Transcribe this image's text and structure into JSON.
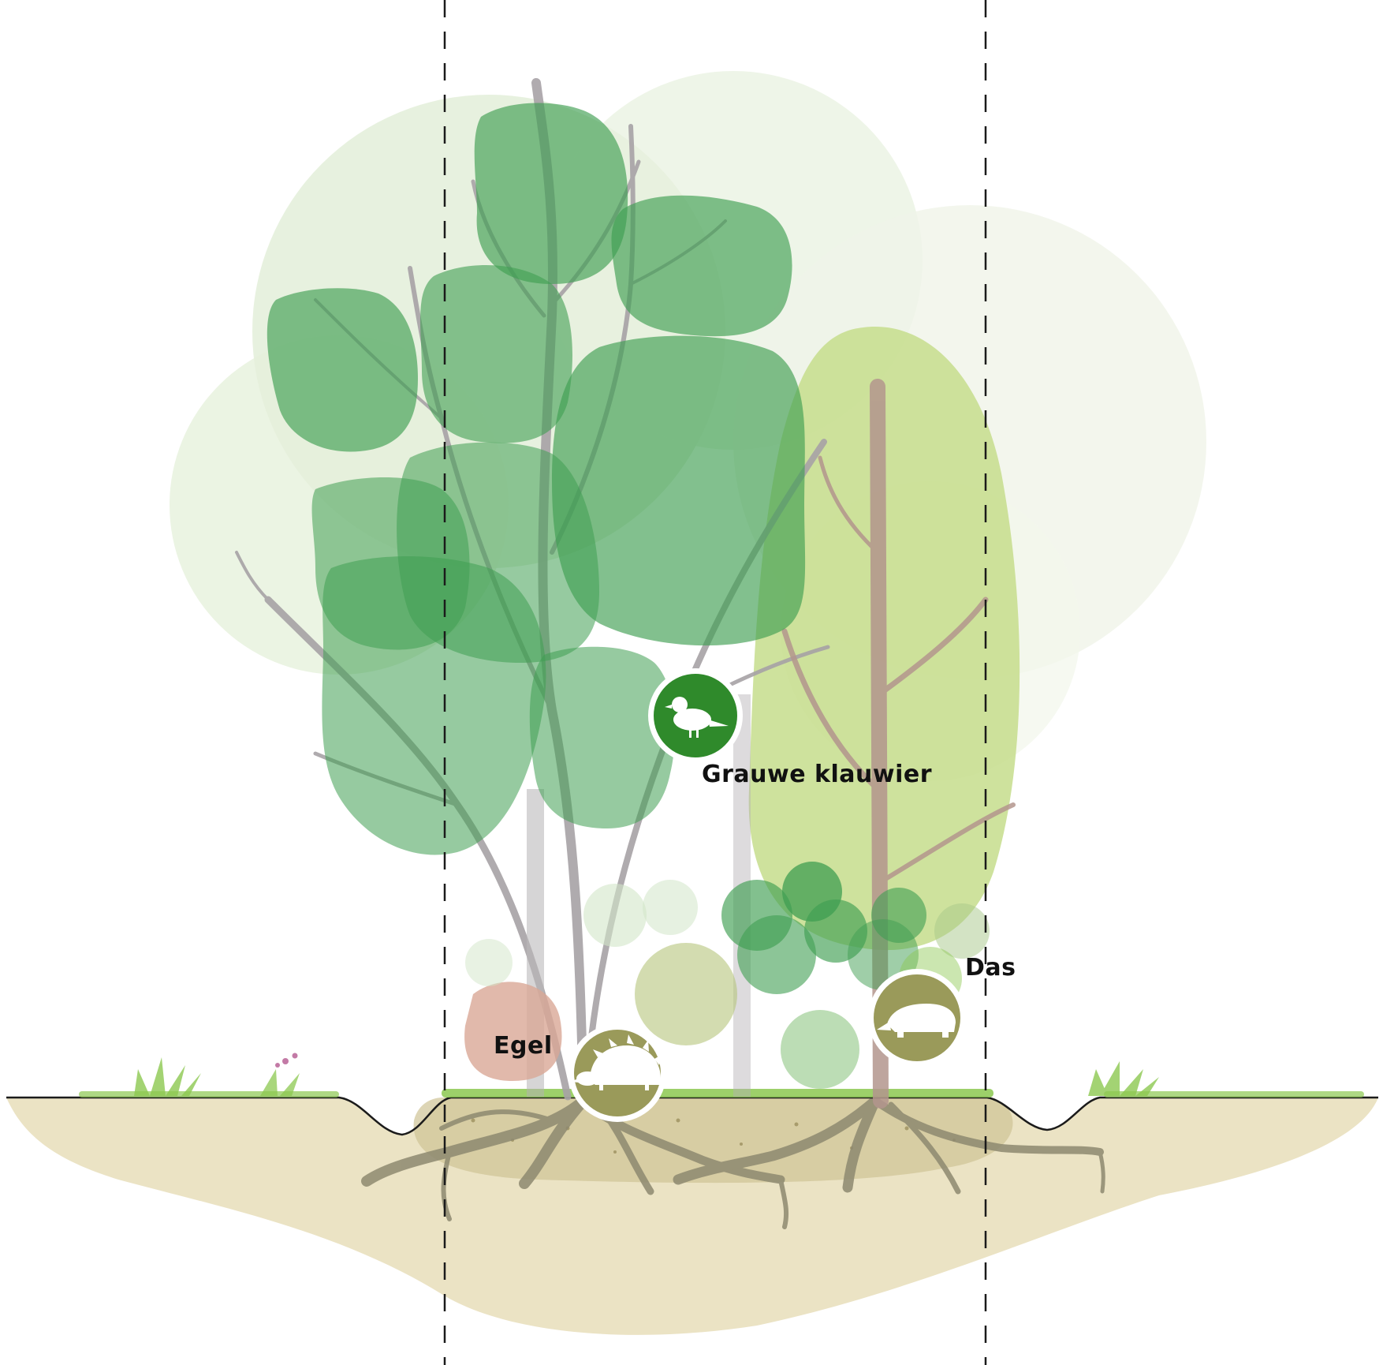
{
  "species": [
    {
      "id": "bird",
      "label": "Grauwe klauwier",
      "icon": "bird-icon",
      "badge_color": "#2f8a2b"
    },
    {
      "id": "hedgehog",
      "label": "Egel",
      "icon": "hedgehog-icon",
      "badge_color": "#9a9a5a"
    },
    {
      "id": "badger",
      "label": "Das",
      "icon": "badger-icon",
      "badge_color": "#9a9a5a"
    }
  ],
  "colors": {
    "canopy_dark": "#3f9e52",
    "canopy_light": "#a9d18e",
    "poplar": "#c5dd8c",
    "branch": "#a7a2a6",
    "soil": "#ebe3c4",
    "soil_dark": "#cfc395",
    "root": "#8e8970",
    "grass": "#8cc850",
    "boundary_line": "#1b1b1b"
  }
}
